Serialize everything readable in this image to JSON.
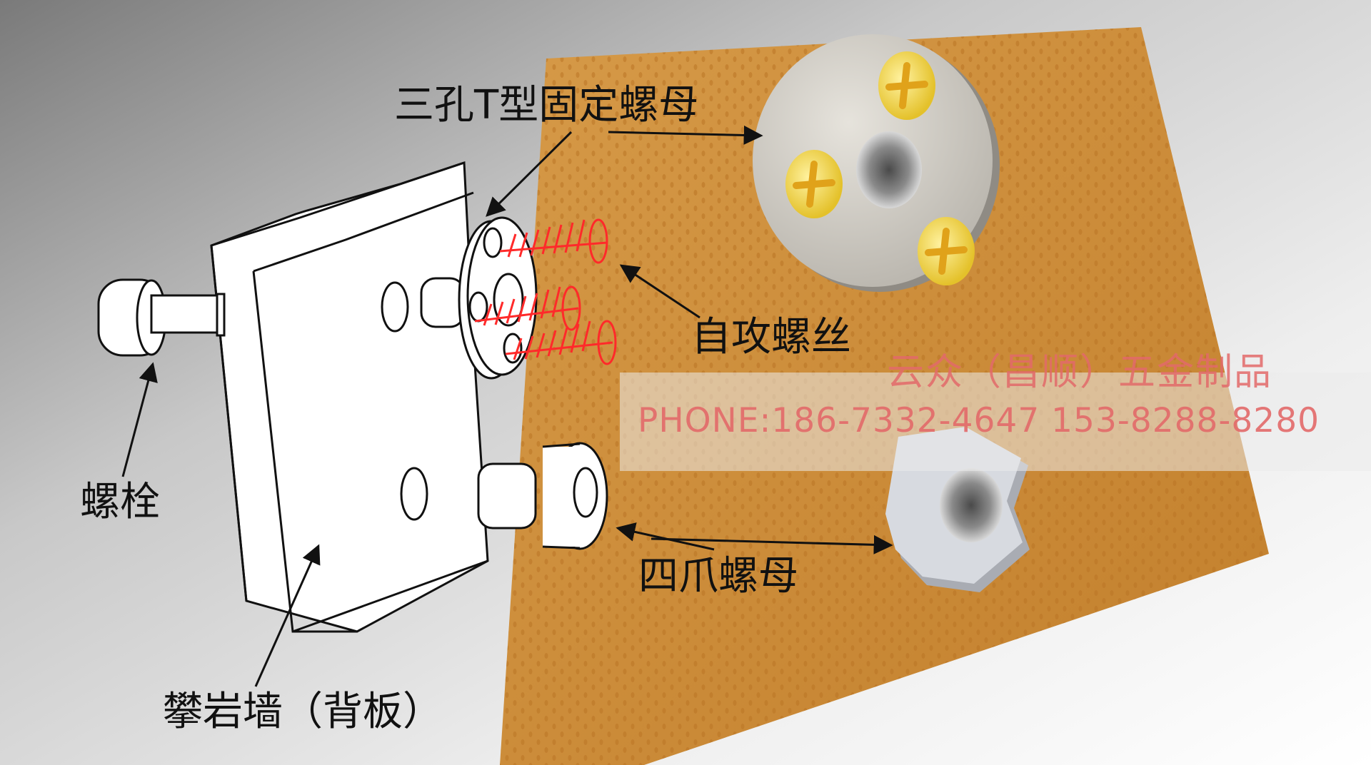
{
  "labels": {
    "t_nut": "三孔T型固定螺母",
    "screws": "自攻螺丝",
    "bolt": "螺栓",
    "claw_nut": "四爪螺母",
    "wall": "攀岩墙（背板）"
  },
  "watermark": {
    "company": "云众（昌顺）五金制品",
    "phone": "PHONE:186-7332-4647 153-8288-8280"
  },
  "colors": {
    "board": "#cc8a35",
    "screw": "#ff2a2a",
    "steel": "#d4d0c8",
    "watermark": "#e36a6a"
  }
}
